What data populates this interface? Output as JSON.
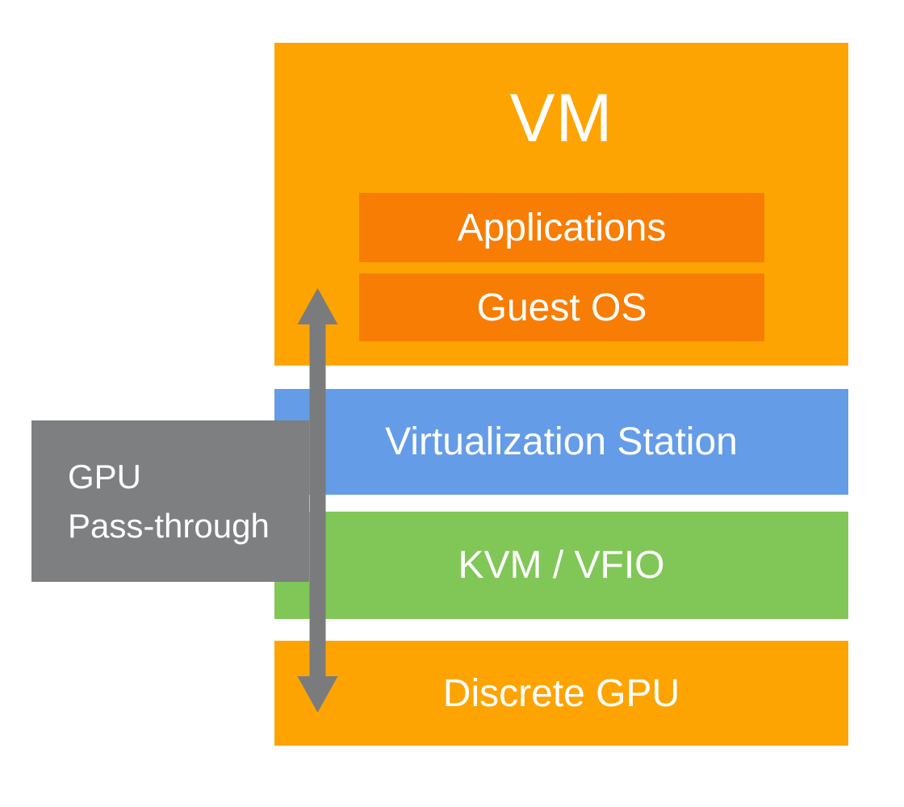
{
  "diagram": {
    "vm_box": {
      "title": "VM",
      "children": [
        {
          "label": "Applications"
        },
        {
          "label": "Guest OS"
        }
      ]
    },
    "layers": [
      {
        "label": "Virtualization Station"
      },
      {
        "label": "KVM / VFIO"
      },
      {
        "label": "Discrete GPU"
      }
    ],
    "annotation": {
      "line1": "GPU",
      "line2": "Pass-through"
    },
    "colors": {
      "vm_orange": "#FDA402",
      "inner_orange": "#F87D05",
      "blue": "#649CE8",
      "green": "#80C757",
      "gray": "#7E7F81",
      "arrow_gray": "#7A7B7D",
      "text_white": "#FFFFFF"
    }
  }
}
